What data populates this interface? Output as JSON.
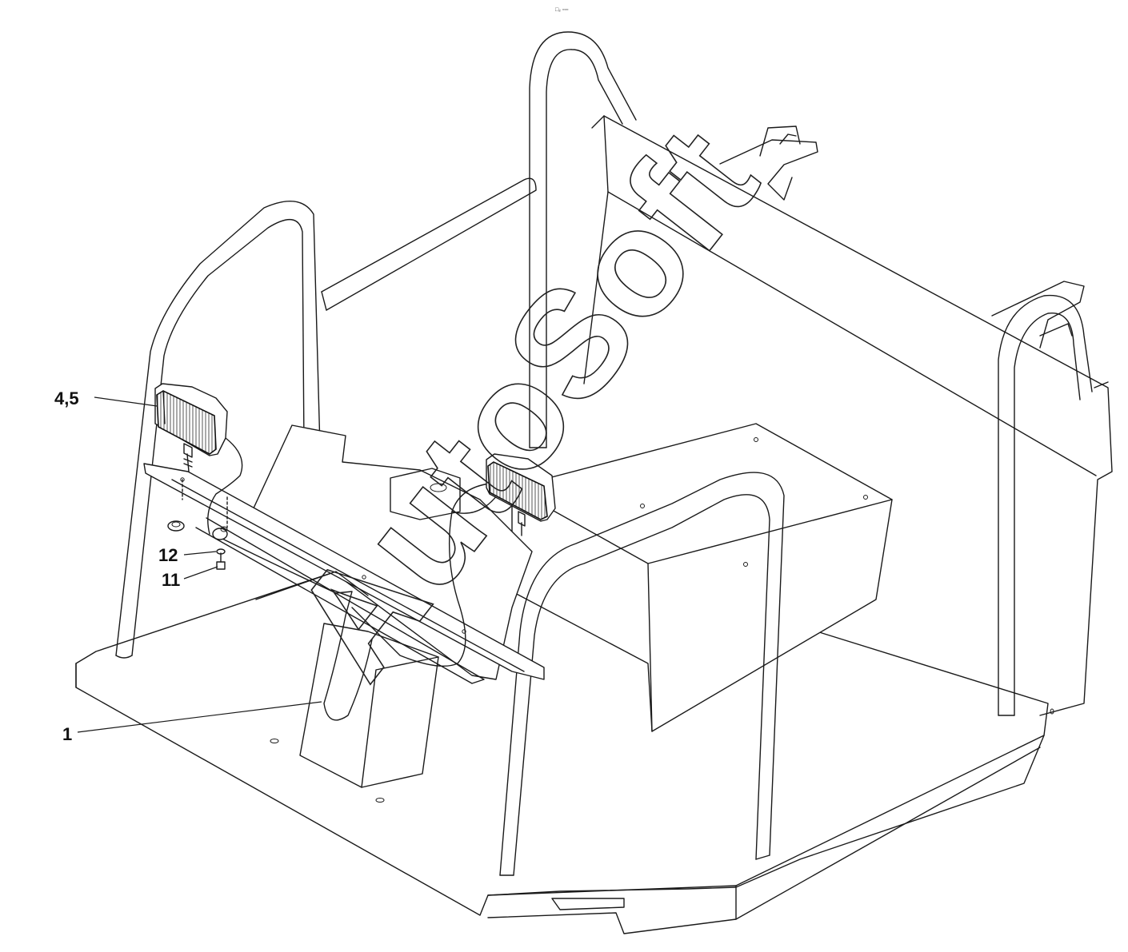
{
  "header": {
    "mark": "□₂ ▫▫▫"
  },
  "watermark": {
    "text": "AutoSoft"
  },
  "callouts": [
    {
      "id": "c45",
      "label": "4,5"
    },
    {
      "id": "c12",
      "label": "12"
    },
    {
      "id": "c11",
      "label": "11"
    },
    {
      "id": "c1",
      "label": "1"
    }
  ]
}
